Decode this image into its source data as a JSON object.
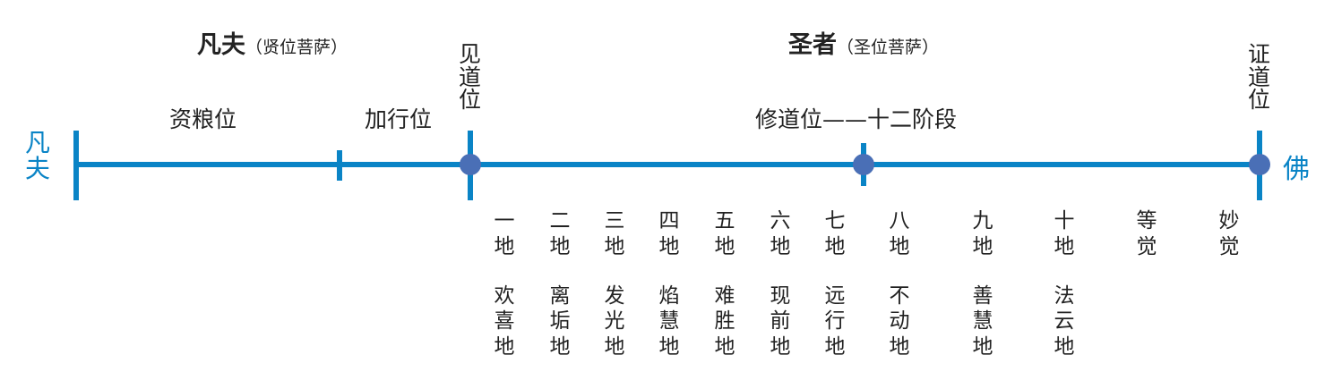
{
  "colors": {
    "line": "#0a84c6",
    "dot": "#4a6fb6",
    "text": "#222222",
    "accent_text": "#0a84c6"
  },
  "ends": {
    "left": "凡夫",
    "right": "佛"
  },
  "headings": {
    "ordinary": {
      "main": "凡夫",
      "sub": "（贤位菩萨）"
    },
    "sage": {
      "main": "圣者",
      "sub": "（圣位菩萨）"
    }
  },
  "stages": {
    "zi_liang": "资粮位",
    "jia_xing": "加行位",
    "jian_dao": "见道位",
    "xiu_dao": "修道位——十二阶段",
    "zheng_dao": "证道位"
  },
  "grounds": [
    {
      "number": "一地",
      "name": "欢喜地"
    },
    {
      "number": "二地",
      "name": "离垢地"
    },
    {
      "number": "三地",
      "name": "发光地"
    },
    {
      "number": "四地",
      "name": "焰慧地"
    },
    {
      "number": "五地",
      "name": "难胜地"
    },
    {
      "number": "六地",
      "name": "现前地"
    },
    {
      "number": "七地",
      "name": "远行地"
    },
    {
      "number": "八地",
      "name": "不动地"
    },
    {
      "number": "九地",
      "name": "善慧地"
    },
    {
      "number": "十地",
      "name": "法云地"
    },
    {
      "number": "等觉",
      "name": ""
    },
    {
      "number": "妙觉",
      "name": ""
    }
  ]
}
